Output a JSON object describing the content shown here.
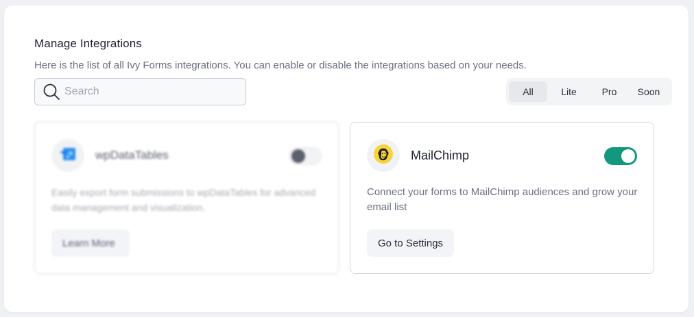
{
  "header": {
    "title": "Manage Integrations",
    "subtitle": "Here is the list of all Ivy Forms integrations. You can enable or disable the integrations based on your needs."
  },
  "search": {
    "placeholder": "Search",
    "value": "",
    "icon": "search-icon"
  },
  "filters": {
    "active": "All",
    "items": [
      {
        "label": "All"
      },
      {
        "label": "Lite"
      },
      {
        "label": "Pro"
      },
      {
        "label": "Soon"
      }
    ]
  },
  "integrations": [
    {
      "name": "wpDataTables",
      "icon": "wpdatatables-logo-icon",
      "enabled": false,
      "blurred": true,
      "description": "Easily export form submissions to wpDataTables for advanced data management and visualization.",
      "button_label": "Learn More"
    },
    {
      "name": "MailChimp",
      "icon": "mailchimp-logo-icon",
      "enabled": true,
      "blurred": false,
      "description": "Connect your forms to MailChimp audiences and grow your email list",
      "button_label": "Go to Settings"
    }
  ],
  "colors": {
    "accent_toggle_on": "#13977f",
    "page_background": "#f0f1f5",
    "mailchimp_yellow": "#f7d33c"
  }
}
